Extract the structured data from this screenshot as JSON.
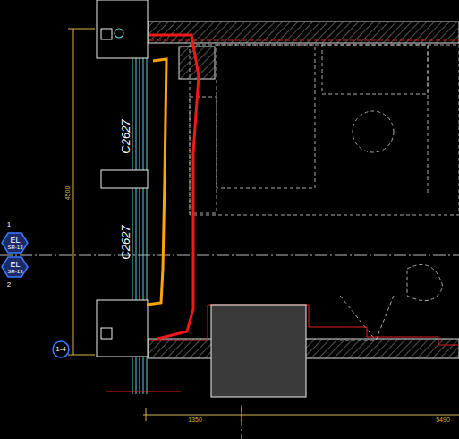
{
  "diagram": {
    "nodes": [
      {
        "text": [
          "EL",
          "SR-13"
        ]
      },
      {
        "text": [
          "EL",
          "SR-13"
        ]
      },
      {
        "text": [
          "1-4"
        ]
      }
    ],
    "labels": [
      "C2627",
      "C2627",
      "4500",
      "1350",
      "5490",
      "1",
      "2"
    ]
  }
}
